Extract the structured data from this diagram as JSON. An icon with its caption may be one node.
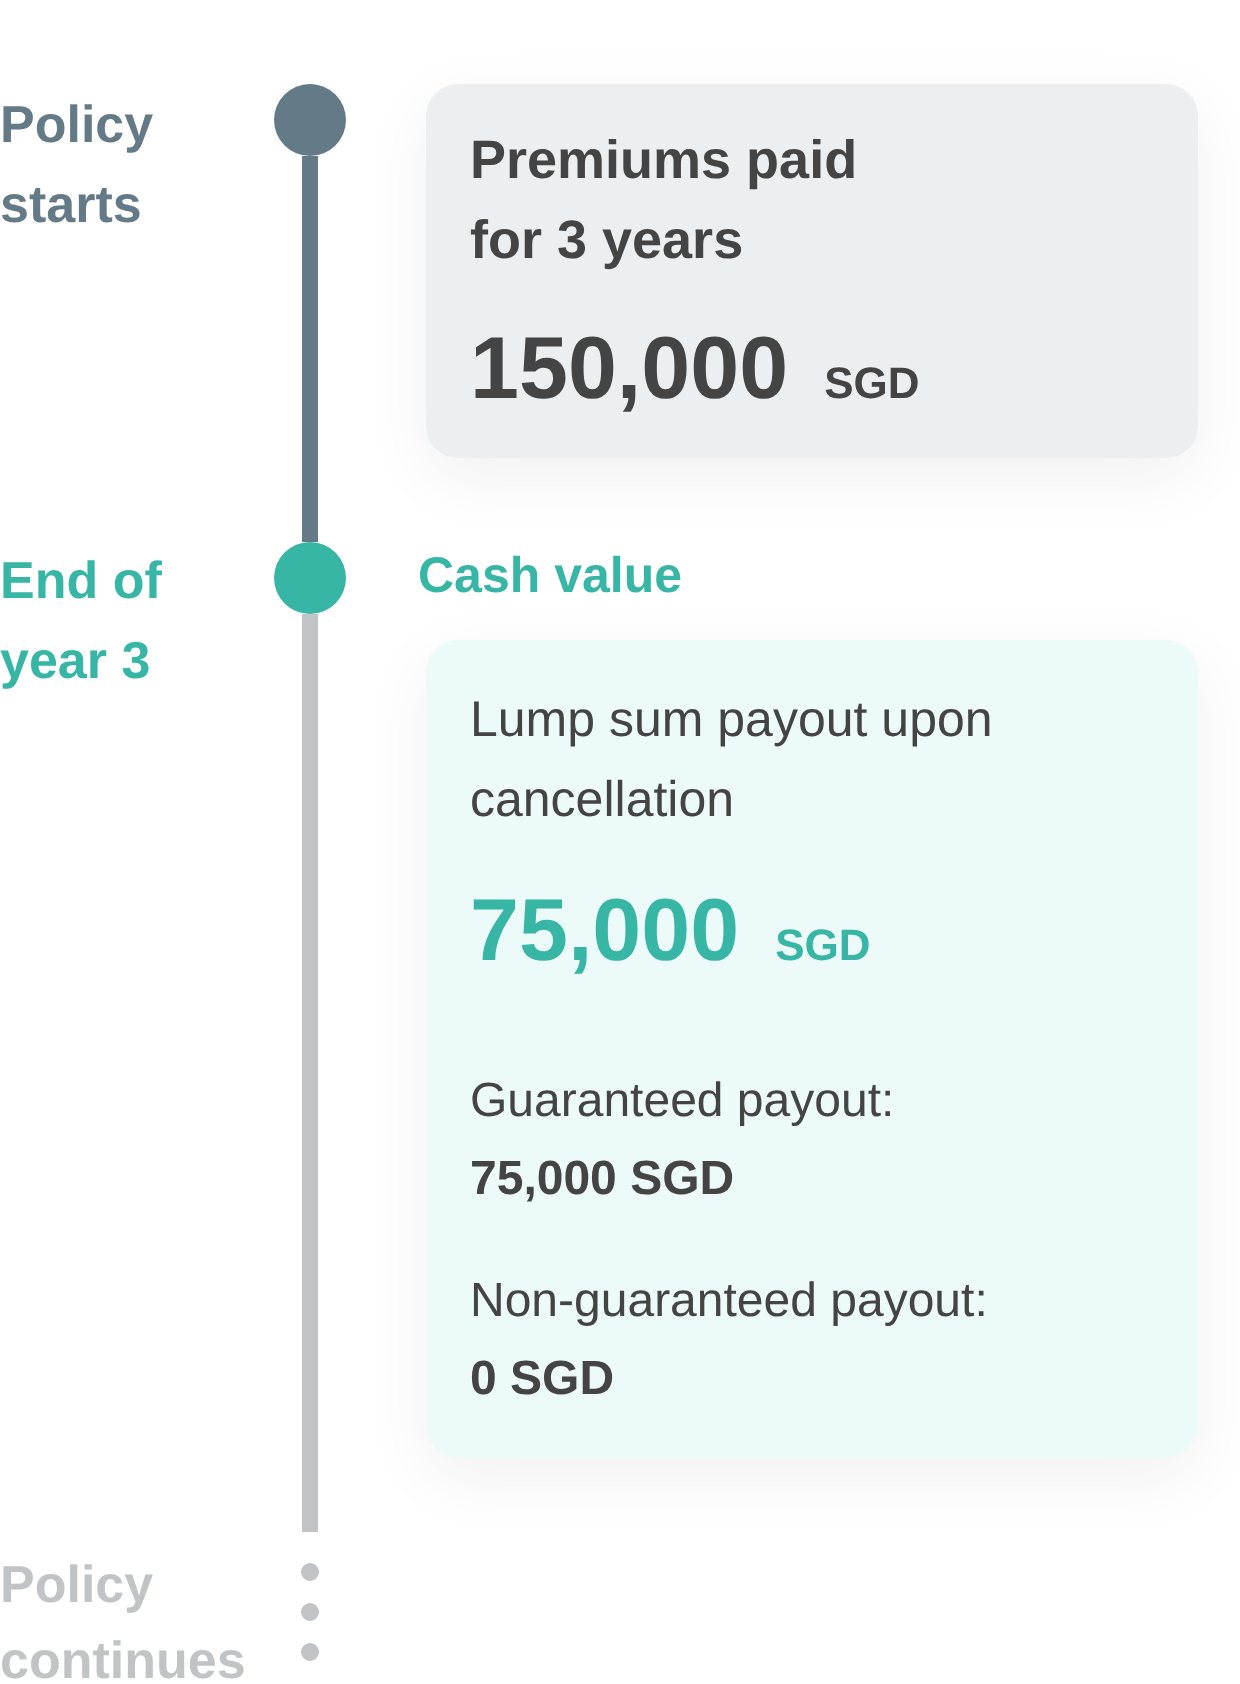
{
  "diagram": {
    "nodes": [
      {
        "text": [],
        "shape": "circle",
        "beside": [
          "Policy starts"
        ]
      },
      {
        "text": [
          "Premiums paid for 3 years",
          "150,000",
          "SGD"
        ]
      },
      {
        "text": [],
        "shape": "circle",
        "beside": [
          "End of year 3"
        ]
      },
      {
        "text": [
          "Cash value",
          "Lump sum payout upon cancellation",
          "75,000",
          "SGD",
          "Guaranteed payout:",
          "75,000 SGD",
          "Non-guaranteed payout:",
          "0 SGD"
        ]
      }
    ],
    "edges": [
      {
        "from": 0,
        "to": 2,
        "arrow": "none",
        "color": "#647a87"
      },
      {
        "from": 2,
        "to": null,
        "arrow": "none",
        "color": "#c1c4c7"
      }
    ],
    "labels": [
      "Policy continues"
    ]
  }
}
